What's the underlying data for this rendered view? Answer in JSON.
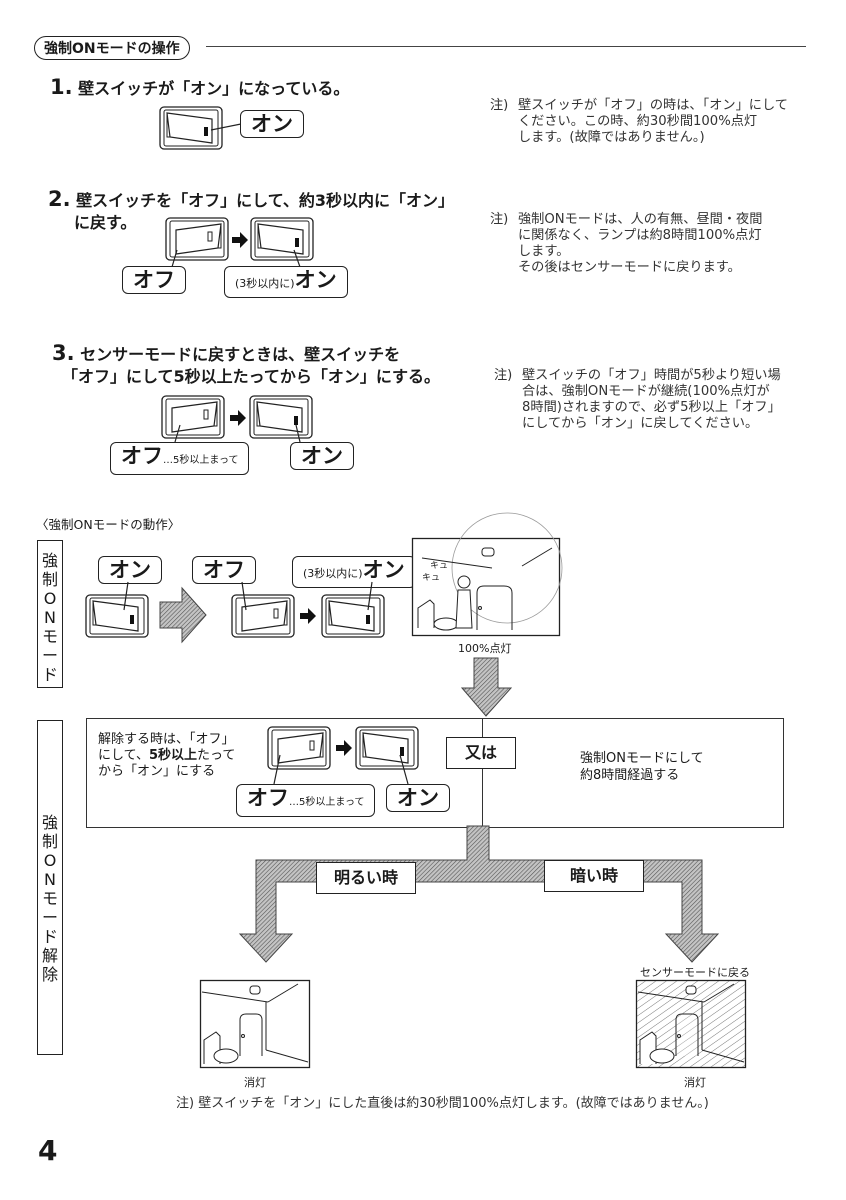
{
  "section_title": "強制ONモードの操作",
  "steps": [
    {
      "number": "1.",
      "text_lines": [
        "壁スイッチが「オン」になっている。"
      ],
      "callouts": {
        "on": "オン"
      },
      "note": {
        "label": "注)",
        "lines": [
          "壁スイッチが「オフ」の時は、「オン」にして",
          "ください。この時、約30秒間100%点灯",
          "します。(故障ではありません。)"
        ]
      }
    },
    {
      "number": "2.",
      "text_lines": [
        "壁スイッチを「オフ」にして、約3秒以内に「オン」",
        "に戻す。"
      ],
      "callouts": {
        "off": "オフ",
        "on_prefix": "(3秒以内に)",
        "on": "オン"
      },
      "note": {
        "label": "注)",
        "lines": [
          "強制ONモードは、人の有無、昼間・夜間",
          "に関係なく、ランプは約8時間100%点灯",
          "します。",
          "その後はセンサーモードに戻ります。"
        ]
      }
    },
    {
      "number": "3.",
      "text_lines": [
        "センサーモードに戻すときは、壁スイッチを",
        "「オフ」にして5秒以上たってから「オン」にする。"
      ],
      "callouts": {
        "off": "オフ",
        "off_suffix": "…5秒以上まって",
        "on": "オン"
      },
      "note": {
        "label": "注)",
        "lines": [
          "壁スイッチの「オフ」時間が5秒より短い場",
          "合は、強制ONモードが継続(100%点灯が",
          "8時間)されますので、必ず5秒以上「オフ」",
          "にしてから「オン」に戻してください。"
        ]
      }
    }
  ],
  "diagram": {
    "heading": "〈強制ONモードの動作〉",
    "mode_label_chars": [
      "強",
      "制",
      "O",
      "N",
      "モ",
      "ー",
      "ド"
    ],
    "release_label_chars": [
      "強",
      "制",
      "O",
      "N",
      "モ",
      "ー",
      "ド",
      "解",
      "除"
    ],
    "row1": {
      "on": "オン",
      "off": "オフ",
      "on2_prefix": "(3秒以内に)",
      "on2": "オン",
      "scene_sound": [
        "キュ",
        "キュ"
      ],
      "scene_caption": "100%点灯"
    },
    "release": {
      "instruction_lines": [
        "解除する時は、「オフ」",
        "にして、",
        "5秒以上",
        "たって",
        "から「オン」にする"
      ],
      "off": "オフ",
      "off_suffix": "…5秒以上まって",
      "on": "オン",
      "or_label": "又は",
      "alt_lines": [
        "強制ONモードにして",
        "約8時間経過する"
      ]
    },
    "branches": {
      "bright": "明るい時",
      "dark": "暗い時",
      "dark_result": "センサーモードに戻る",
      "bright_caption": "消灯",
      "dark_caption": "消灯"
    },
    "footnote": "注) 壁スイッチを「オン」にした直後は約30秒間100%点灯します。(故障ではありません。)"
  },
  "page_number": "4"
}
